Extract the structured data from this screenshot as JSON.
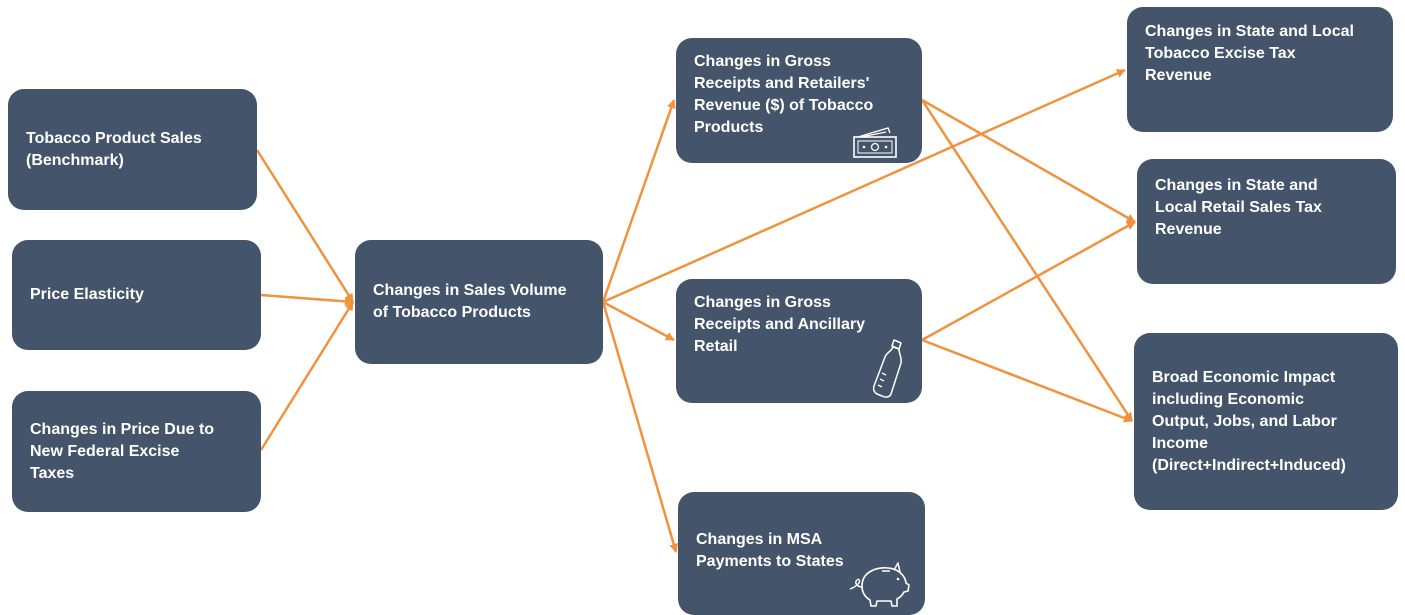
{
  "colors": {
    "node_fill": "#44546a",
    "arrow": "#f0923e",
    "text": "#ffffff"
  },
  "nodes": {
    "tobacco_sales": "Tobacco Product Sales\n(Benchmark)",
    "price_elasticity": "Price Elasticity",
    "price_changes": "Changes in Price Due to\nNew Federal Excise\nTaxes",
    "sales_volume": "Changes in Sales Volume\nof Tobacco Products",
    "gross_receipts_tobacco": "Changes in Gross\nReceipts and Retailers'\nRevenue ($) of Tobacco\nProducts",
    "gross_receipts_ancillary": "Changes in Gross\nReceipts and Ancillary\nRetail",
    "msa_payments": "Changes in MSA\nPayments to States",
    "excise_tax_revenue": "Changes in State and Local\nTobacco Excise Tax\nRevenue",
    "retail_sales_tax_revenue": "Changes in State and\nLocal Retail Sales Tax\nRevenue",
    "broad_economic_impact": "Broad Economic Impact\nincluding Economic\nOutput, Jobs, and Labor\nIncome\n(Direct+Indirect+Induced)"
  },
  "icons": {
    "gross_receipts_tobacco": "money-icon",
    "gross_receipts_ancillary": "bottle-icon",
    "msa_payments": "piggy-bank-icon"
  },
  "edges": [
    [
      "tobacco_sales",
      "sales_volume"
    ],
    [
      "price_elasticity",
      "sales_volume"
    ],
    [
      "price_changes",
      "sales_volume"
    ],
    [
      "sales_volume",
      "gross_receipts_tobacco"
    ],
    [
      "sales_volume",
      "excise_tax_revenue"
    ],
    [
      "sales_volume",
      "gross_receipts_ancillary"
    ],
    [
      "sales_volume",
      "msa_payments"
    ],
    [
      "gross_receipts_tobacco",
      "retail_sales_tax_revenue"
    ],
    [
      "gross_receipts_tobacco",
      "broad_economic_impact"
    ],
    [
      "gross_receipts_ancillary",
      "retail_sales_tax_revenue"
    ],
    [
      "gross_receipts_ancillary",
      "broad_economic_impact"
    ]
  ]
}
